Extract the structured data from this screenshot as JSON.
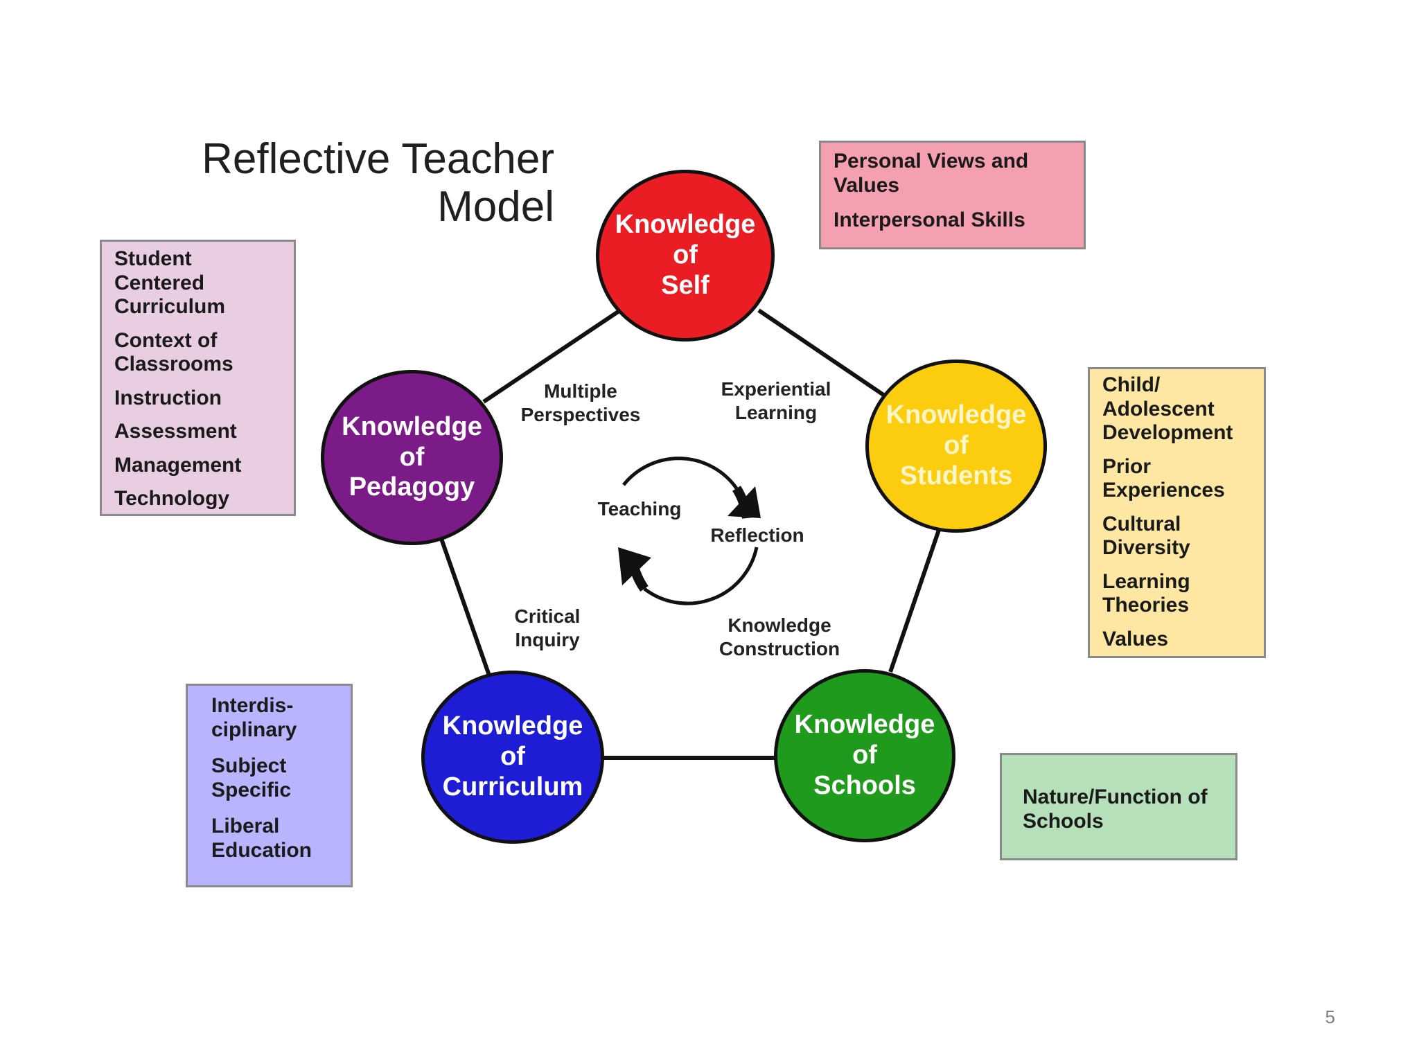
{
  "title": {
    "line1": "Reflective Teacher",
    "line2": "Model"
  },
  "nodes": {
    "self": {
      "lines": [
        "Knowledge",
        "of",
        "Self"
      ],
      "color": "#ea1c24"
    },
    "students": {
      "lines": [
        "Knowledge",
        "of",
        "Students"
      ],
      "color": "#fccd0e"
    },
    "schools": {
      "lines": [
        "Knowledge",
        "of",
        "Schools"
      ],
      "color": "#1f9a1c"
    },
    "curriculum": {
      "lines": [
        "Knowledge",
        "of",
        "Curriculum"
      ],
      "color": "#1f1cd6"
    },
    "pedagogy": {
      "lines": [
        "Knowledge",
        "of",
        "Pedagogy"
      ],
      "color": "#7b1b88"
    }
  },
  "edge_labels": {
    "multiple_perspectives": [
      "Multiple",
      "Perspectives"
    ],
    "experiential_learning": [
      "Experiential",
      "Learning"
    ],
    "critical_inquiry": [
      "Critical",
      "Inquiry"
    ],
    "knowledge_construction": [
      "Knowledge",
      "Construction"
    ]
  },
  "cycle": {
    "teaching": "Teaching",
    "reflection": "Reflection"
  },
  "boxes": {
    "self": {
      "color": "#f4a0b0",
      "items": [
        "Personal Views and Values",
        "Interpersonal Skills"
      ]
    },
    "pedagogy": {
      "color": "#e9cde3",
      "items": [
        "Student Centered Curriculum",
        "Context of Classrooms",
        "Instruction",
        "Assessment",
        "Management",
        "Technology"
      ]
    },
    "students": {
      "color": "#fde7a3",
      "items": [
        "Child/ Adolescent Development",
        "Prior Experiences",
        "Cultural Diversity",
        "Learning Theories",
        "Values"
      ]
    },
    "curriculum": {
      "color": "#b8b4fd",
      "items": [
        "Interdis-ciplinary",
        "Subject Specific",
        "Liberal Education"
      ]
    },
    "schools": {
      "color": "#b6e0ba",
      "items": [
        "Nature/Function of Schools"
      ]
    }
  },
  "page_number": "5"
}
